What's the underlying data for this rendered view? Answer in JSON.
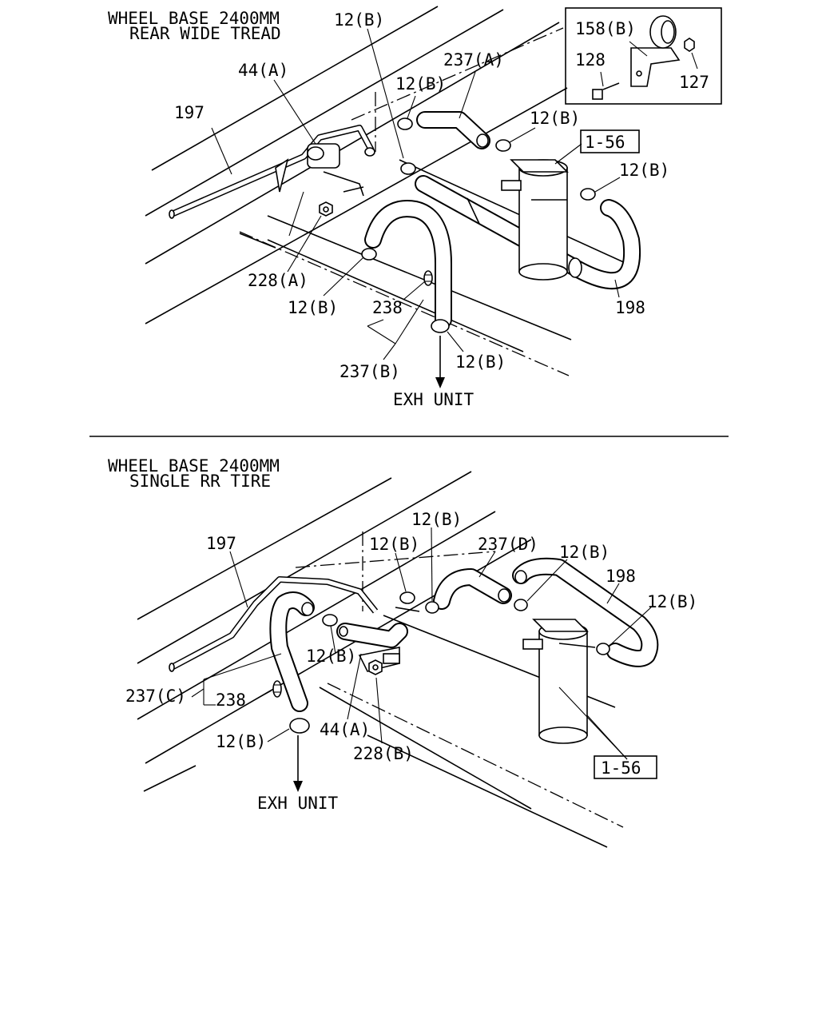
{
  "top_section": {
    "title_line1": "WHEEL BASE 2400MM",
    "title_line2": "REAR WIDE TREAD",
    "labels": {
      "l_12b_top": "12(B)",
      "l_44a": "44(A)",
      "l_237a": "237(A)",
      "l_197": "197",
      "l_12b_a": "12(B)",
      "l_12b_b": "12(B)",
      "l_156": "1-56",
      "l_12b_c": "12(B)",
      "l_228a": "228(A)",
      "l_12b_d": "12(B)",
      "l_238": "238",
      "l_198": "198",
      "l_237b": "237(B)",
      "l_12b_e": "12(B)",
      "l_exh": "EXH UNIT"
    },
    "inset": {
      "l_158b": "158(B)",
      "l_128": "128",
      "l_127": "127"
    }
  },
  "bottom_section": {
    "title_line1": "WHEEL BASE 2400MM",
    "title_line2": "SINGLE RR TIRE",
    "labels": {
      "l_12b_top": "12(B)",
      "l_197": "197",
      "l_12b_a": "12(B)",
      "l_237d": "237(D)",
      "l_12b_b": "12(B)",
      "l_198": "198",
      "l_12b_c": "12(B)",
      "l_12b_d": "12(B)",
      "l_237c": "237(C)",
      "l_238": "238",
      "l_44a": "44(A)",
      "l_12b_e": "12(B)",
      "l_228b": "228(B)",
      "l_156": "1-56",
      "l_exh": "EXH UNIT"
    }
  }
}
